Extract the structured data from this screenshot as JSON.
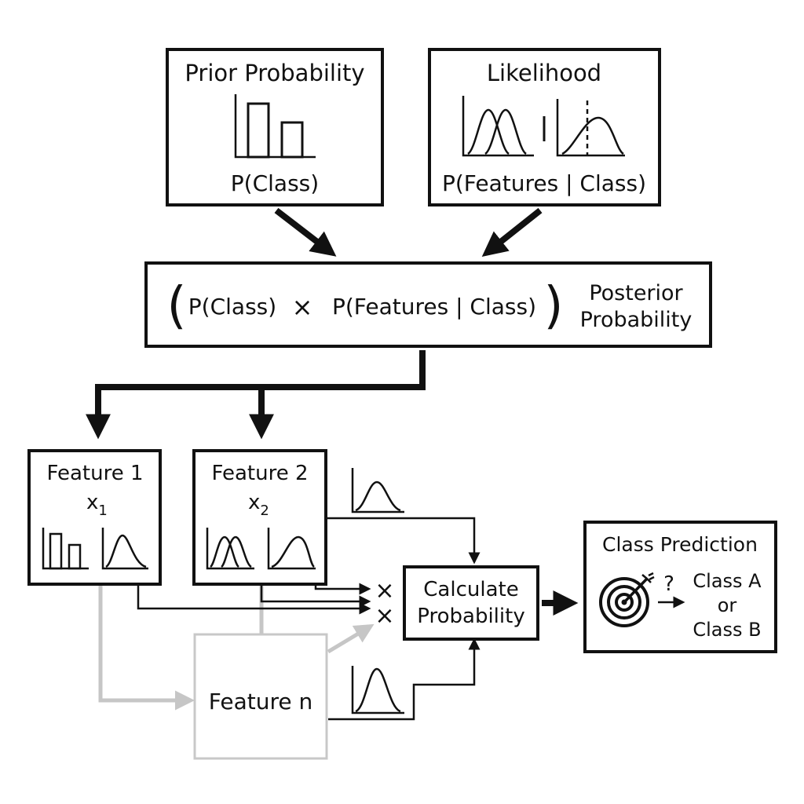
{
  "prior": {
    "title": "Prior Probability",
    "formula": "P(Class)"
  },
  "likelihood": {
    "title": "Likelihood",
    "formula": "P(Features | Class)"
  },
  "posterior": {
    "open_paren": "(",
    "term1": "P(Class)",
    "times": "×",
    "term2": "P(Features | Class)",
    "close_paren": ")",
    "label_line1": "Posterior",
    "label_line2": "Probability"
  },
  "features": {
    "f1": {
      "title": "Feature 1",
      "var": "x",
      "sub": "1"
    },
    "f2": {
      "title": "Feature 2",
      "var": "x",
      "sub": "2"
    },
    "fn": {
      "title": "Feature n"
    }
  },
  "multiply_marks": [
    "×",
    "×"
  ],
  "calculate": {
    "line1": "Calculate",
    "line2": "Probability"
  },
  "prediction": {
    "title": "Class Prediction",
    "question": "?",
    "line1": "Class A",
    "line2": "or",
    "line3": "Class B"
  },
  "icons": {
    "prior": "bar-chart-icon",
    "likelihood": "overlapping-bell-curves-icon",
    "threshold": "bell-curve-threshold-icon",
    "distribution": "bell-curve-icon",
    "target": "target-icon"
  },
  "colors": {
    "ink": "#111111",
    "faded": "#c6c6c6",
    "background": "#ffffff"
  }
}
